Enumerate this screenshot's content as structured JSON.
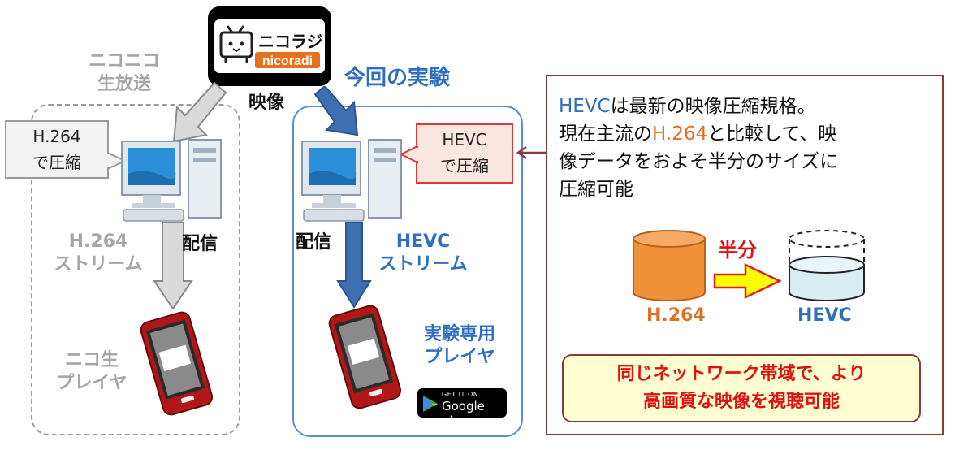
{
  "logo": {
    "top_text": "ニコラジ",
    "bottom_text": "nicoradi"
  },
  "labels": {
    "video": "映像",
    "experiment": "今回の実験",
    "left_title": [
      "ニコニコ",
      "生放送"
    ],
    "deliver_left": "配信",
    "deliver_mid": "配信",
    "h264_stream": [
      "H.264",
      "ストリーム"
    ],
    "hevc_stream": [
      "HEVC",
      "ストリーム"
    ],
    "niko_player": [
      "ニコ生",
      "プレイヤ"
    ],
    "exp_player": [
      "実験専用",
      "プレイヤ"
    ]
  },
  "callouts": {
    "left": [
      "H.264",
      "で圧縮"
    ],
    "mid": [
      "HEVC",
      "で圧縮"
    ]
  },
  "description": {
    "line1_hl": "HEVC",
    "line1_rest": "は最新の映像圧縮規格。",
    "line2_pre": "現在主流の",
    "line2_hl": "H.264",
    "line2_post": "と比較して、映",
    "line3": "像データをおよそ半分のサイズに",
    "line4": "圧縮可能"
  },
  "comparison": {
    "arrow_label": "半分",
    "left_label": "H.264",
    "right_label": "HEVC"
  },
  "bottom_note": [
    "同じネットワーク帯域で、より",
    "高画質な映像を視聴可能"
  ],
  "google_play": {
    "small": "GET IT ON",
    "big": "Google play"
  },
  "colors": {
    "blue": "#2e6fc0",
    "orange": "#f0913a",
    "gray": "#a6a6a6",
    "red": "#e01010",
    "dark_red": "#8a3a3a"
  }
}
